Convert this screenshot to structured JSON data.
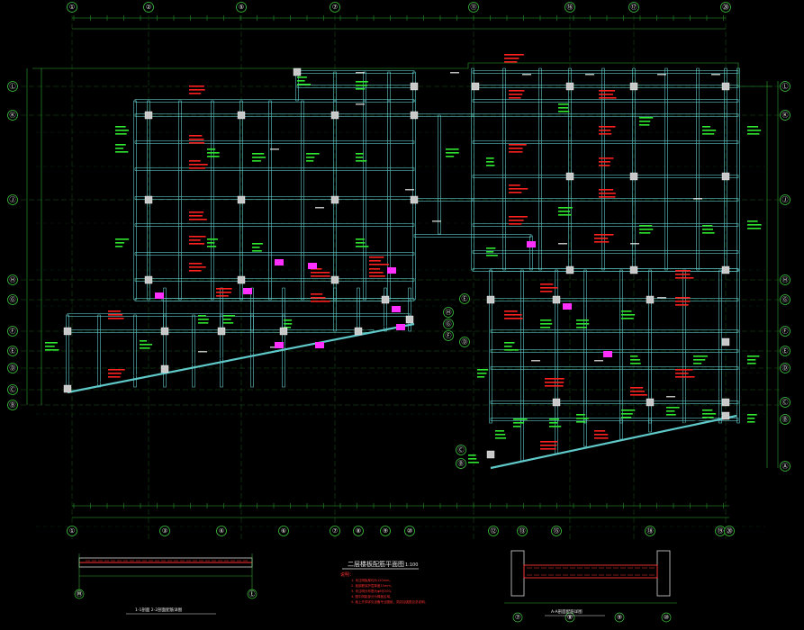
{
  "drawing": {
    "background": "#000000",
    "colors": {
      "axis": "#3cc33c",
      "beam": "#5fc8c8",
      "column": "#c8c8c8",
      "wall": "#d8d8d8",
      "dim": "#2fa82f",
      "rebar_red": "#ff2020",
      "rebar_green": "#2fe82f",
      "opening_magenta": "#ff30ff",
      "note_white": "#e8e8e8"
    },
    "top_axes": [
      "①",
      "②",
      "⑤",
      "⑦",
      "⑪",
      "⑯",
      "⑰",
      "⑳"
    ],
    "bottom_axes": [
      "①",
      "③",
      "④",
      "⑥",
      "⑦",
      "⑧",
      "⑨",
      "⑩",
      "⑫",
      "⑬",
      "⑮",
      "⑱",
      "⑲",
      "⑳"
    ],
    "left_axes": [
      "Ⓛ",
      "Ⓚ",
      "Ⓙ",
      "Ⓗ",
      "Ⓖ",
      "Ⓕ",
      "Ⓔ",
      "Ⓓ",
      "Ⓒ",
      "Ⓑ"
    ],
    "right_axes": [
      "Ⓛ",
      "Ⓚ",
      "Ⓙ",
      "Ⓗ",
      "Ⓖ",
      "Ⓕ",
      "Ⓔ",
      "Ⓓ",
      "Ⓒ",
      "Ⓑ",
      "Ⓐ"
    ],
    "icon": "cad-floor-plan"
  },
  "main_plan": {
    "title": "二层楼板配筋平面图",
    "scale": "1:100"
  },
  "section_left": {
    "title": "1-1剖面 2-2剖面配筋详图",
    "axis_left": "Ⓜ",
    "axis_right": "Ⓛ"
  },
  "section_right": {
    "title": "A-A剖面配筋详图",
    "axes": [
      "⑦",
      "⑧",
      "⑨",
      "⑩"
    ]
  },
  "notes": {
    "heading": "说明：",
    "lines": [
      "1. 未注明板厚均为120mm。",
      "2. 板钢筋保护层厚度15mm。",
      "3. 未注明分布筋为φ6@200。",
      "4. 图中阴影部分为降板区域。",
      "5. 板上开洞详见设备专业图纸，洞边加强筋见总说明。"
    ]
  }
}
